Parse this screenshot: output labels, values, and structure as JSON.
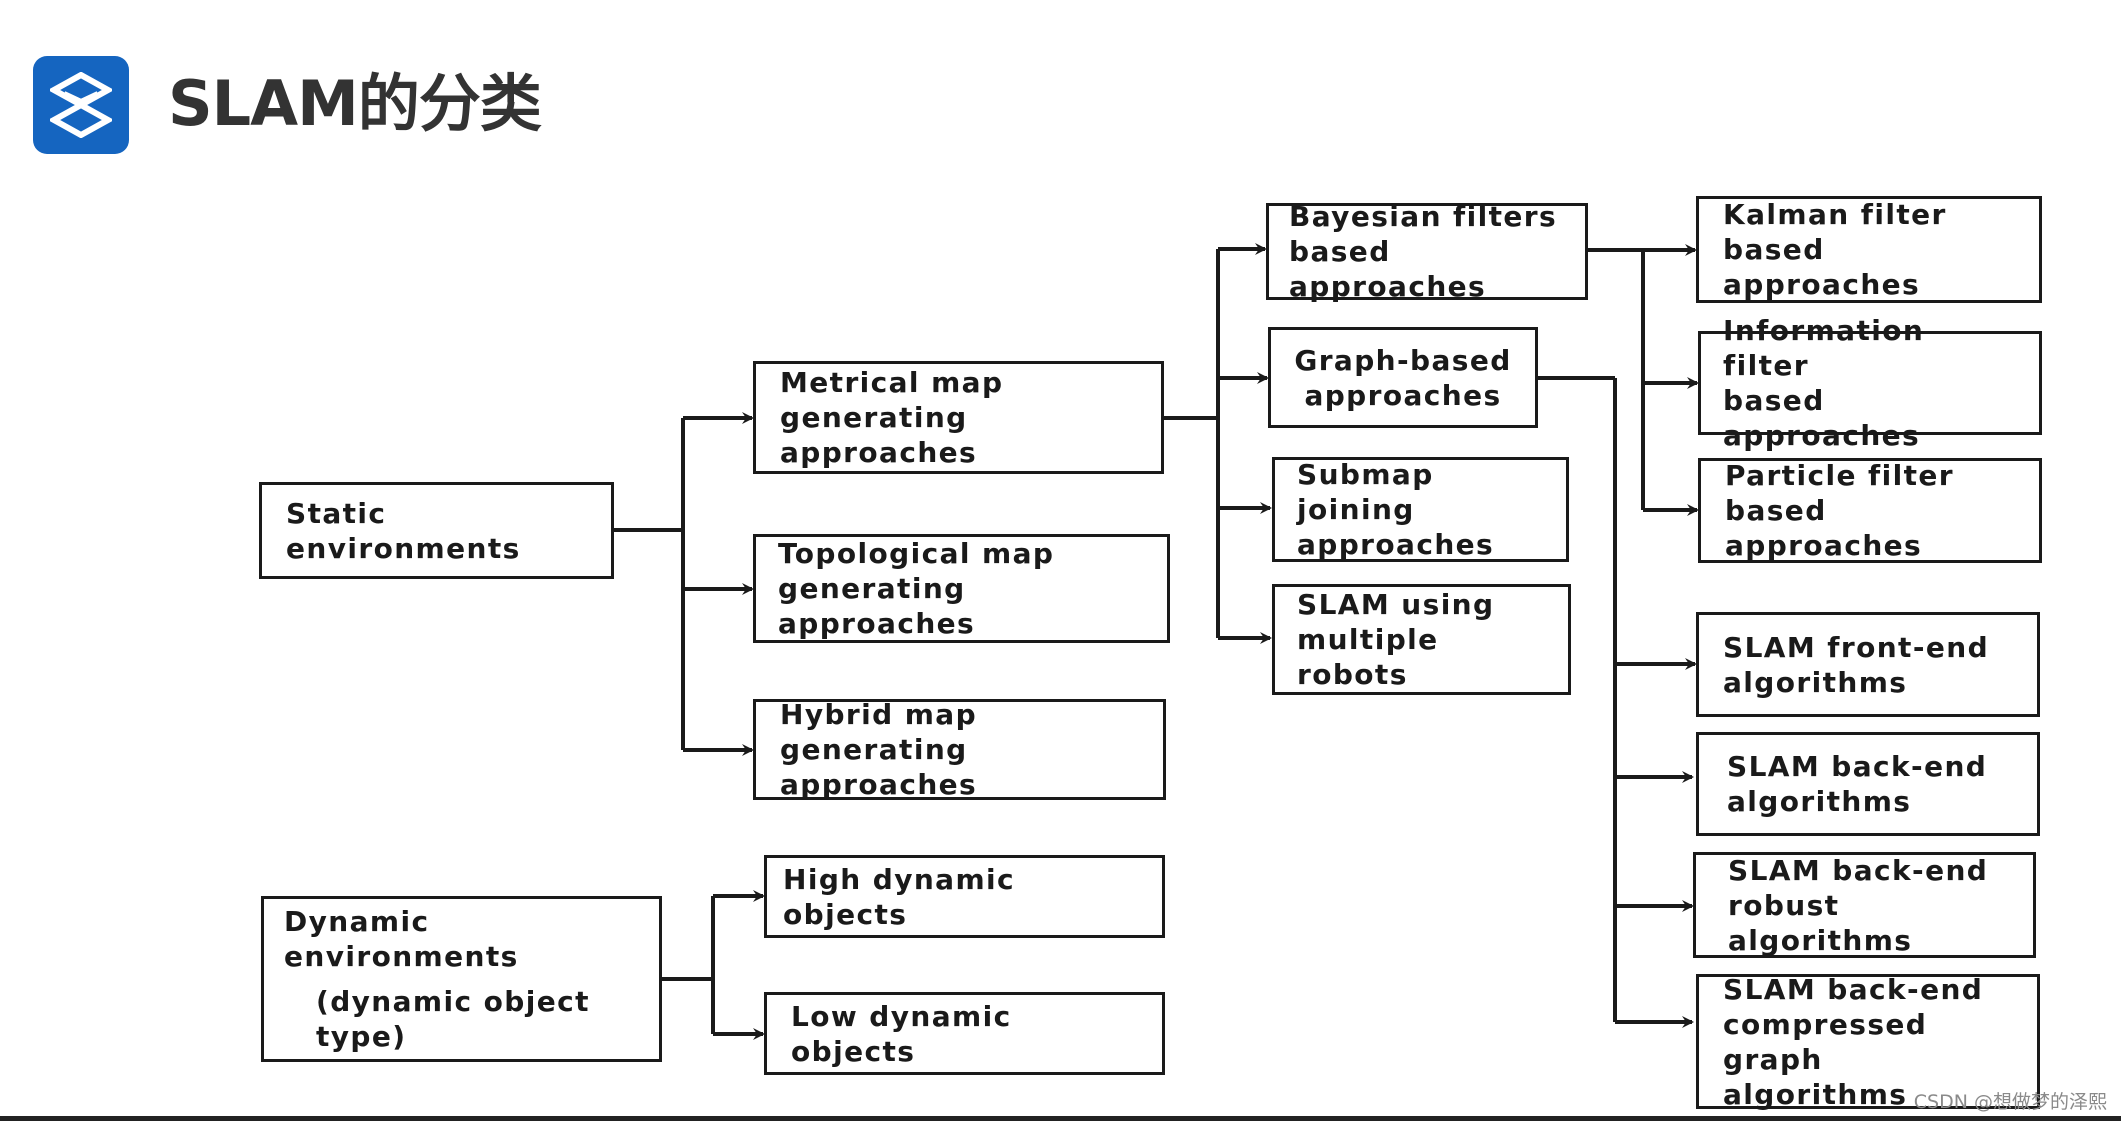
{
  "header": {
    "title": "SLAM的分类"
  },
  "boxes": {
    "static_environments": "Static environments",
    "metrical_map": "Metrical map\ngenerating approaches",
    "topological_map": "Topological map\ngenerating approaches",
    "hybrid_map": "Hybrid map\ngenerating approaches",
    "bayesian_filters": "Bayesian filters\nbased approaches",
    "graph_based": "Graph-based\napproaches",
    "submap_joining": "Submap joining\napproaches",
    "multiple_robots": "SLAM using\nmultiple robots",
    "kalman_filter": "Kalman filter\nbased approaches",
    "information_filter": "Information filter\nbased approaches",
    "particle_filter": "Particle filter\nbased approaches",
    "front_end": "SLAM front-end\nalgorithms",
    "back_end": "SLAM back-end\nalgorithms",
    "back_end_robust": "SLAM back-end\nrobust algorithms",
    "back_end_compressed": "SLAM back-end\ncompressed graph\nalgorithms",
    "dynamic_environments": "Dynamic environments",
    "dynamic_object_type": "(dynamic object\ntype)",
    "high_dynamic": "High dynamic objects",
    "low_dynamic": "Low dynamic objects"
  },
  "footer": {
    "watermark": "CSDN @想做梦的泽熙"
  },
  "colors": {
    "logo_bg": "#1565c0",
    "line": "#1a1a1a"
  }
}
